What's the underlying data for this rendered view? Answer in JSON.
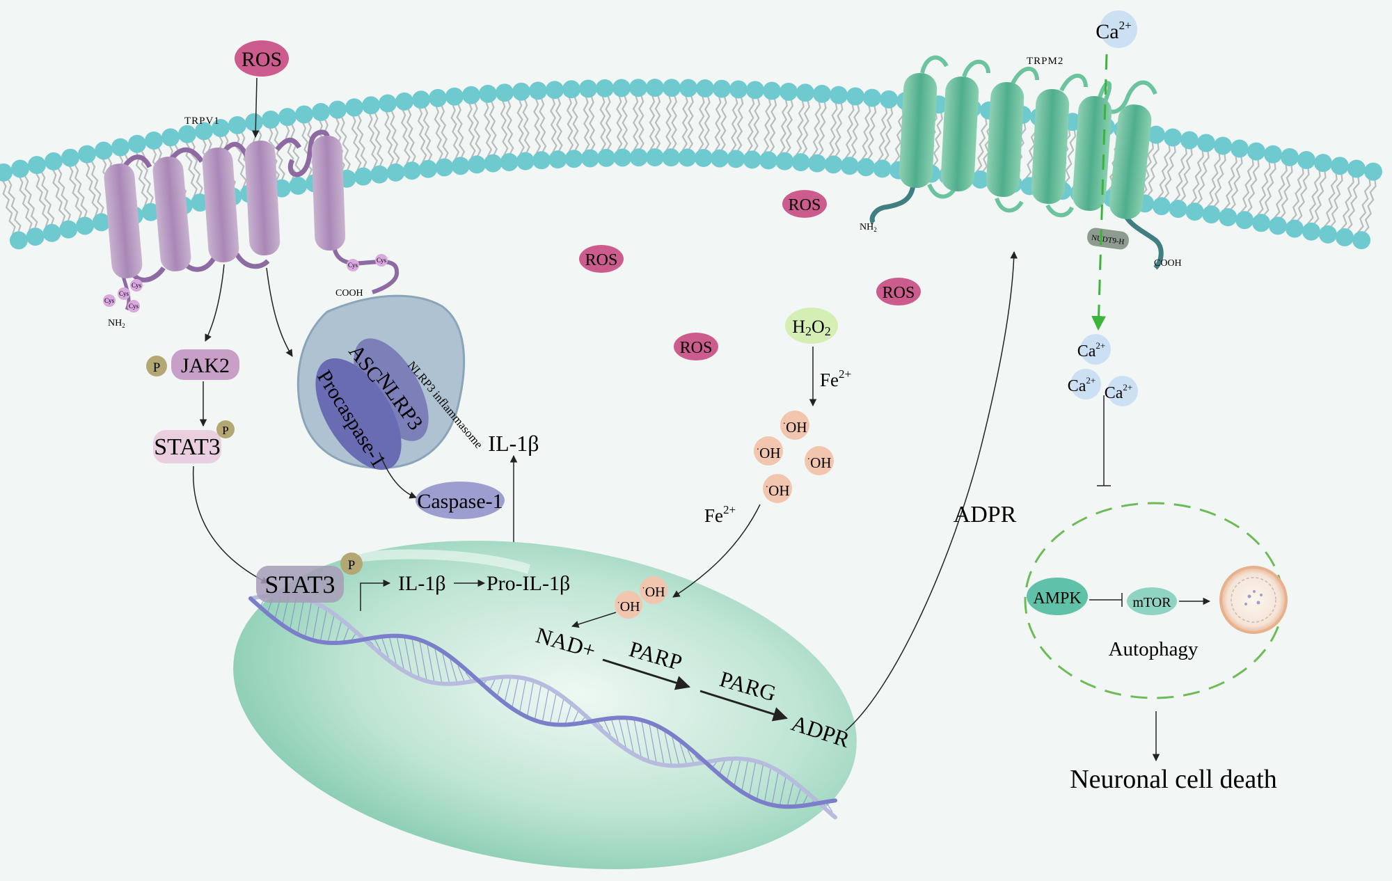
{
  "membrane": {
    "trpv1_label": "TRPV1",
    "trpm2_label": "TRPM2",
    "cys": "Cys",
    "nh2": "NH",
    "nh2_sub": "2",
    "cooh": "COOH",
    "nudt9": "NUDT9-H"
  },
  "ros": {
    "label": "ROS"
  },
  "calcium": {
    "ion": "Ca",
    "charge": "2+"
  },
  "jak_stat": {
    "p": "P",
    "jak2": "JAK2",
    "stat3": "STAT3"
  },
  "inflammasome": {
    "title": "NLRP3 inflammasome",
    "asc": "ASC",
    "nlrp3": "NLRP3",
    "procaspase": "Procaspase-1",
    "caspase": "Caspase-1",
    "il1b": "IL-1β"
  },
  "nucleus": {
    "stat3": "STAT3",
    "p": "P",
    "il1b": "IL-1β",
    "pro_il1b": "Pro-IL-1β",
    "nad": "NAD+",
    "parp": "PARP",
    "parg": "PARG",
    "adpr": "ADPR"
  },
  "radicals": {
    "h2o2_a": "H",
    "h2o2_2": "2",
    "h2o2_b": "O",
    "fe": "Fe",
    "fe_charge": "2+",
    "dot": "·",
    "oh": "OH"
  },
  "adpr_arrow": {
    "label": "ADPR"
  },
  "autophagy": {
    "ampk": "AMPK",
    "mtor": "mTOR",
    "label": "Autophagy",
    "death": "Neuronal cell death"
  },
  "colors": {
    "membrane_head": "#6fcad0",
    "trpv1": "#b79ac0",
    "trpm2": "#5fb896",
    "ros": "#cc5c8d",
    "calcium": "#cce0f3",
    "radical": "#f2c6ae",
    "dna": "#7b7fc9",
    "nucleus": "#8fcfb4"
  }
}
